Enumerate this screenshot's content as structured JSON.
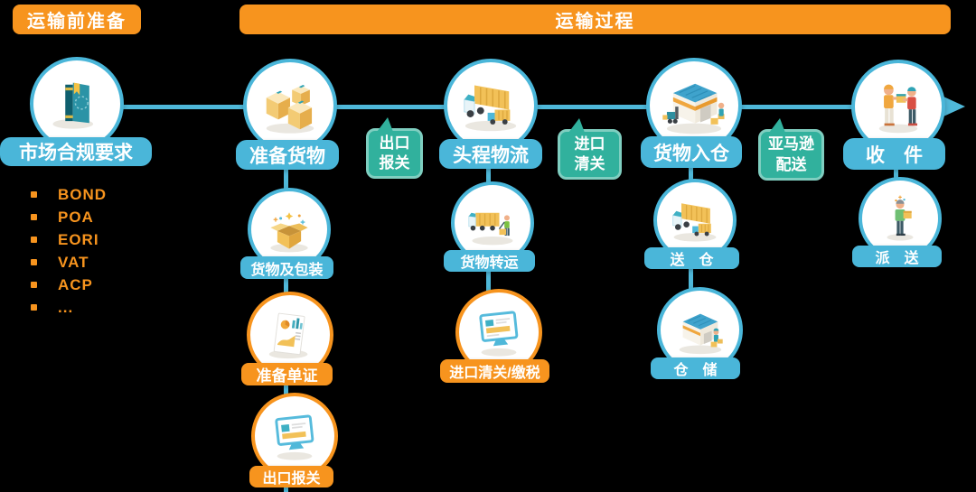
{
  "colors": {
    "accent_orange": "#F7941E",
    "accent_blue": "#4AB6D9",
    "line_blue": "#4FB8D9",
    "badge_green": "#31B19D",
    "badge_border": "#7FCEC0",
    "text_white": "#FFFFFF",
    "background": "#000000"
  },
  "header": {
    "prep_label": "运输前准备",
    "process_label": "运输过程"
  },
  "compliance": {
    "icon": "book-icon",
    "title": "市场合规要求",
    "items": [
      "BOND",
      "POA",
      "EORI",
      "VAT",
      "ACP",
      "..."
    ]
  },
  "stages": [
    {
      "label": "准备货物",
      "icon": "boxes-icon",
      "subs": [
        {
          "label": "货物及包装",
          "icon": "open-box-icon",
          "color": "blue"
        },
        {
          "label": "准备单证",
          "icon": "document-chart-icon",
          "color": "orange"
        },
        {
          "label": "出口报关",
          "icon": "computer-declaration-icon",
          "color": "orange"
        }
      ]
    },
    {
      "label": "头程物流",
      "icon": "trucks-icon",
      "subs": [
        {
          "label": "货物转运",
          "icon": "truck-transfer-icon",
          "color": "blue"
        },
        {
          "label": "进口清关/缴税",
          "icon": "computer-customs-icon",
          "color": "orange"
        }
      ]
    },
    {
      "label": "货物入仓",
      "icon": "warehouse-forklift-icon",
      "subs": [
        {
          "label": "送　仓",
          "icon": "delivery-trucks-icon",
          "color": "blue"
        },
        {
          "label": "仓　储",
          "icon": "warehouse-icon",
          "color": "blue"
        }
      ]
    },
    {
      "label": "收　件",
      "icon": "package-handoff-icon",
      "subs": [
        {
          "label": "派　送",
          "icon": "courier-carry-icon",
          "color": "blue"
        }
      ]
    }
  ],
  "badges": [
    {
      "line1": "出口",
      "line2": "报关"
    },
    {
      "line1": "进口",
      "line2": "清关"
    },
    {
      "line1": "亚马逊",
      "line2": "配送"
    }
  ]
}
